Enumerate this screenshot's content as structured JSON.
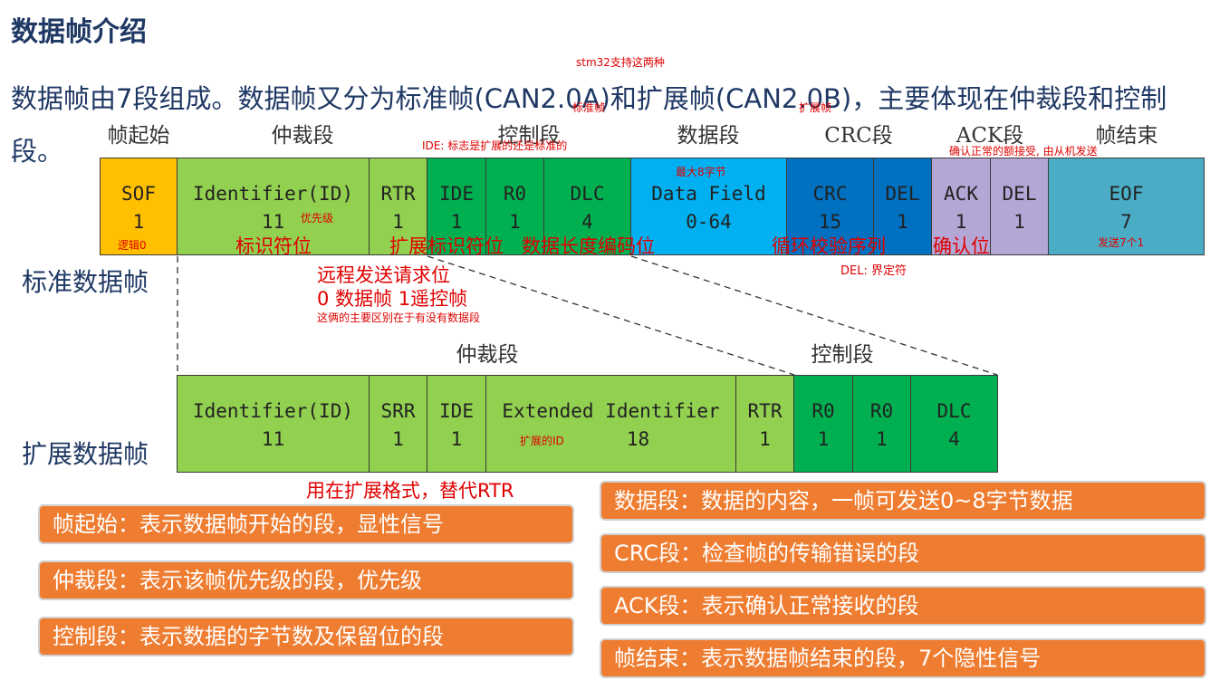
{
  "title": "数据帧介绍",
  "intro": "数据帧由7段组成。数据帧又分为标准帧(CAN2.0A)和扩展帧(CAN2.0B)，主要体现在仲裁段和控制段。",
  "notes": {
    "stm32": "stm32支持这两种",
    "std": "标准帧",
    "ext": "扩展帧",
    "ide": "IDE: 标志是扩展的还是标准的",
    "ack_note": "确认正常的额接受, 由从机发送",
    "max8": "最大8字节",
    "priority": "优先级",
    "logic0": "逻辑0",
    "send7": "发送7个1",
    "id_bit": "标识符位",
    "ext_id_bit": "扩展标识符位",
    "dlc_bit": "数据长度编码位",
    "crc_seq": "循环校验序列",
    "ack_bit": "确认位",
    "del": "DEL: 界定符",
    "rtr1": "远程发送请求位",
    "rtr2": "0 数据帧   1遥控帧",
    "rtr3": "这俩的主要区别在于有没有数据段",
    "ext_id": "扩展的ID",
    "srr_note": "用在扩展格式，替代RTR"
  },
  "segments": [
    "帧起始",
    "仲裁段",
    "控制段",
    "数据段",
    "CRC段",
    "ACK段",
    "帧结束"
  ],
  "ext_segments": [
    "仲裁段",
    "控制段"
  ],
  "std_label": "标准数据帧",
  "ext_label": "扩展数据帧",
  "std_cells": [
    {
      "name": "SOF",
      "val": "1"
    },
    {
      "name": "Identifier(ID)",
      "val": "11"
    },
    {
      "name": "RTR",
      "val": "1"
    },
    {
      "name": "IDE",
      "val": "1"
    },
    {
      "name": "R0",
      "val": "1"
    },
    {
      "name": "DLC",
      "val": "4"
    },
    {
      "name": "Data Field",
      "val": "0-64"
    },
    {
      "name": "CRC",
      "val": "15"
    },
    {
      "name": "DEL",
      "val": "1"
    },
    {
      "name": "ACK",
      "val": "1"
    },
    {
      "name": "DEL",
      "val": "1"
    },
    {
      "name": "EOF",
      "val": "7"
    }
  ],
  "ext_cells": [
    {
      "name": "Identifier(ID)",
      "val": "11"
    },
    {
      "name": "SRR",
      "val": "1"
    },
    {
      "name": "IDE",
      "val": "1"
    },
    {
      "name": "Extended Identifier",
      "val": "18"
    },
    {
      "name": "RTR",
      "val": "1"
    },
    {
      "name": "R0",
      "val": "1"
    },
    {
      "name": "R0",
      "val": "1"
    },
    {
      "name": "DLC",
      "val": "4"
    }
  ],
  "boxes_left": [
    "帧起始：表示数据帧开始的段，显性信号",
    "仲裁段：表示该帧优先级的段，优先级",
    "控制段：表示数据的字节数及保留位的段"
  ],
  "boxes_right": [
    "数据段：数据的内容，一帧可发送0~8字节数据",
    "CRC段：检查帧的传输错误的段",
    "ACK段：表示确认正常接收的段",
    "帧结束：表示数据帧结束的段，7个隐性信号"
  ],
  "colors": {
    "sof": "#ffc000",
    "arb": "#92d050",
    "ctrl": "#00b050",
    "data": "#00b0f0",
    "crc": "#0070c0",
    "ack": "#b4a7d6",
    "eof": "#4bacc6",
    "box": "#ef7d31"
  }
}
